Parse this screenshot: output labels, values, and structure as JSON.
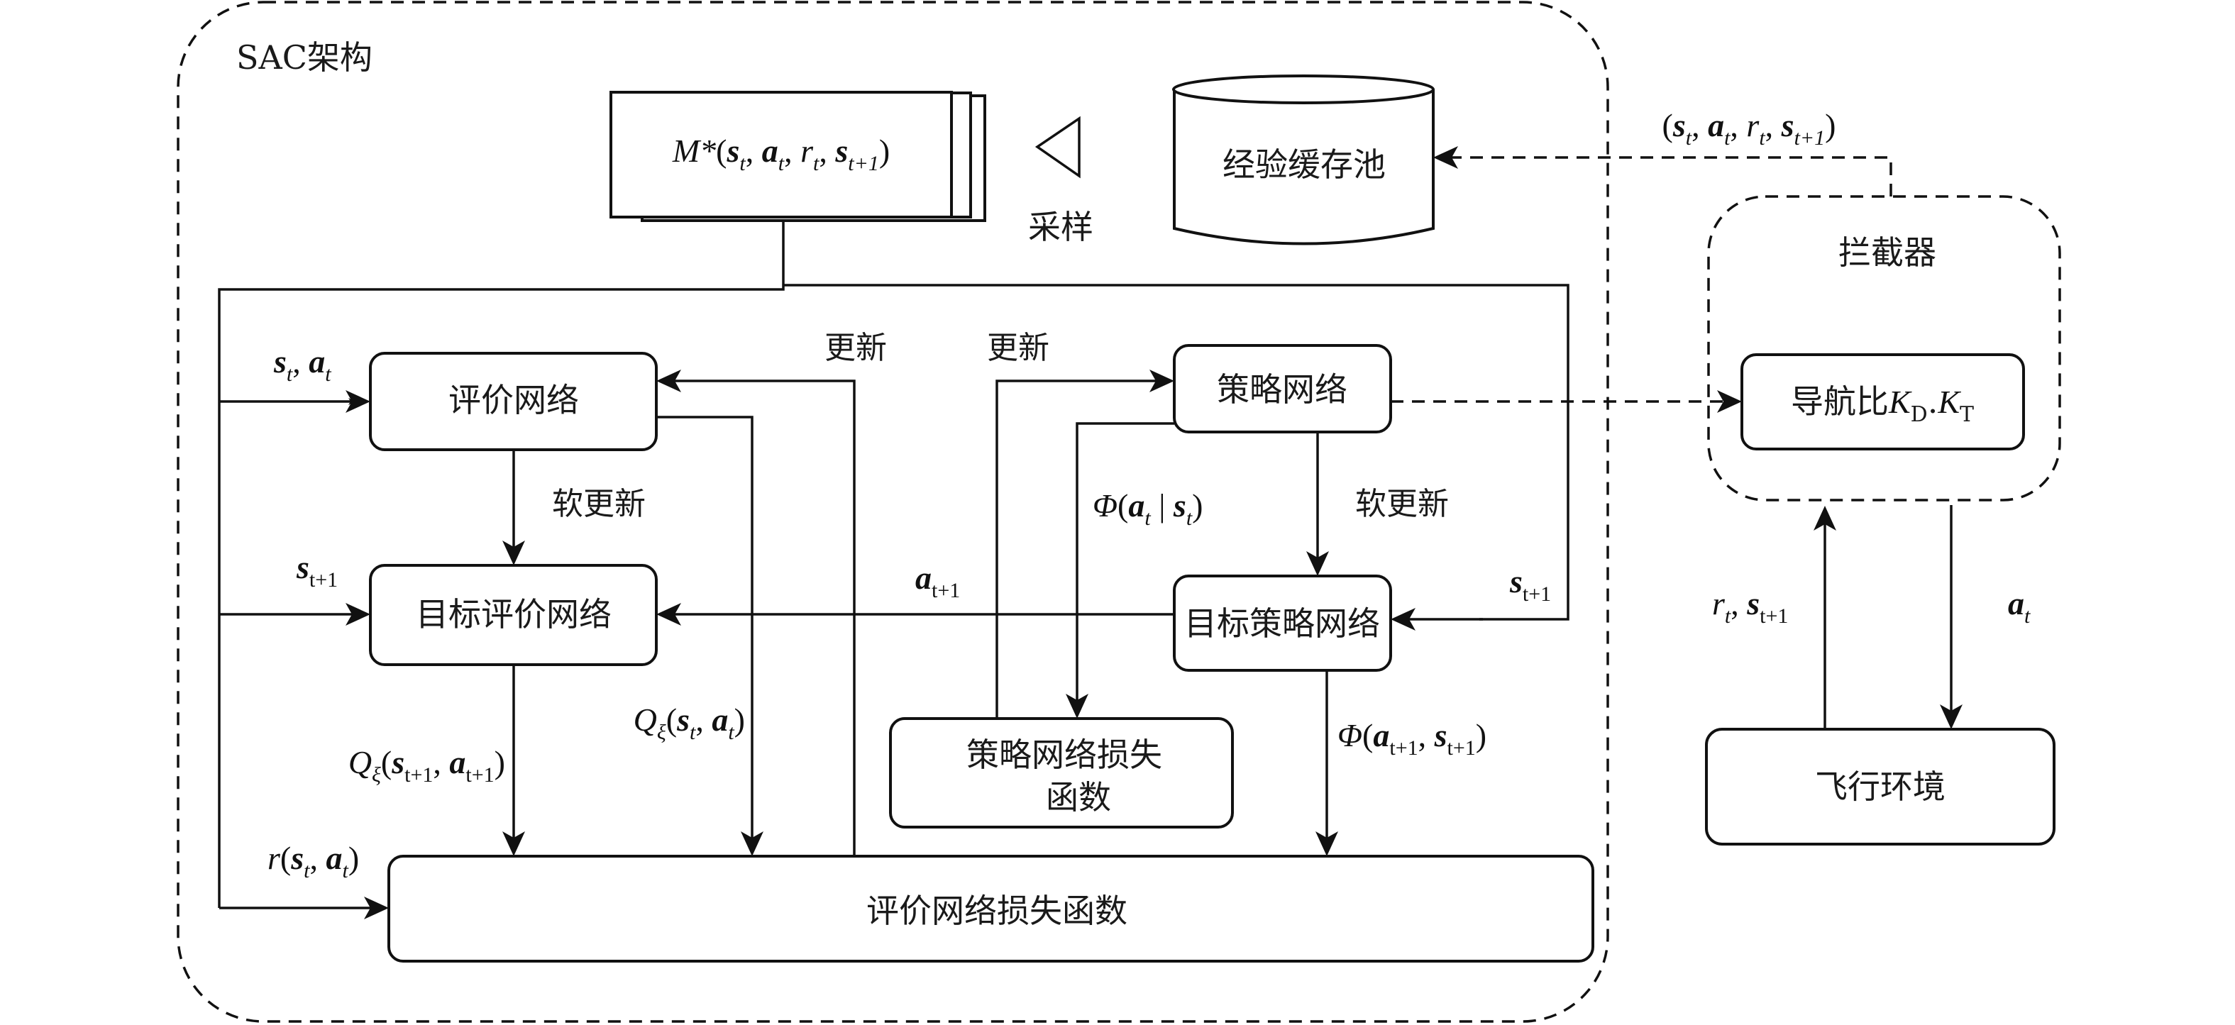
{
  "diagram": {
    "title": "SAC架构",
    "nodes": {
      "replay_sample": {
        "prefix": "M*",
        "tuple": [
          "s",
          "a",
          "r",
          "s"
        ],
        "subs": [
          "t",
          "t",
          "t",
          "t+1"
        ]
      },
      "sample_label": "采样",
      "replay_buffer": "经验缓存池",
      "critic": "评价网络",
      "target_critic": "目标评价网络",
      "policy": "策略网络",
      "target_policy": "目标策略网络",
      "policy_loss_line1": "策略网络损失",
      "policy_loss_line2": "函数",
      "critic_loss": "评价网络损失函数",
      "interceptor": "拦截器",
      "guidance_prefix": "导航比",
      "guidance_k": "K",
      "guidance_sub_d": "D",
      "guidance_dot": ".",
      "guidance_sub_t": "T",
      "flight_env": "飞行环境"
    },
    "edge_labels": {
      "critic_update": "更新",
      "policy_update": "更新",
      "critic_soft_update": "软更新",
      "policy_soft_update": "软更新",
      "st_at": {
        "s": "s",
        "s_sub": "t",
        "sep": ", ",
        "a": "a",
        "a_sub": "t"
      },
      "st1_left": {
        "s": "s",
        "sub": "t+1"
      },
      "st1_right": {
        "s": "s",
        "sub": "t+1"
      },
      "at1": {
        "a": "a",
        "sub": "t+1"
      },
      "phi_policy": {
        "phi": "Φ",
        "open": "(",
        "a": "a",
        "a_sub": "t",
        "bar": " | ",
        "s": "s",
        "s_sub": "t",
        "close": ")"
      },
      "phi_target": {
        "phi": "Φ",
        "open": "(",
        "a": "a",
        "a_sub": "t+1",
        "sep": ", ",
        "s": "s",
        "s_sub": "t+1",
        "close": ")"
      },
      "q_current": {
        "q": "Q",
        "q_sub": "ξ",
        "open": "(",
        "s": "s",
        "s_sub": "t",
        "sep": ", ",
        "a": "a",
        "a_sub": "t",
        "close": ")"
      },
      "q_target": {
        "q": "Q",
        "q_sub": "ξ",
        "open": "(",
        "s": "s",
        "s_sub": "t+1",
        "sep": ", ",
        "a": "a",
        "a_sub": "t+1",
        "close": ")"
      },
      "reward": {
        "r": "r",
        "open": "(",
        "s": "s",
        "s_sub": "t",
        "sep": ", ",
        "a": "a",
        "a_sub": "t",
        "close": ")"
      },
      "transition": {
        "open": "(",
        "s": "s",
        "s_sub": "t",
        "a": "a",
        "a_sub": "t",
        "r": "r",
        "r_sub": "t",
        "s2": "s",
        "s2_sub": "t+1",
        "sep": ", ",
        "close": ")"
      },
      "env_feedback": {
        "r": "r",
        "r_sub": "t",
        "sep": ", ",
        "s": "s",
        "s_sub": "t+1"
      },
      "env_action": {
        "a": "a",
        "a_sub": "t"
      }
    }
  }
}
